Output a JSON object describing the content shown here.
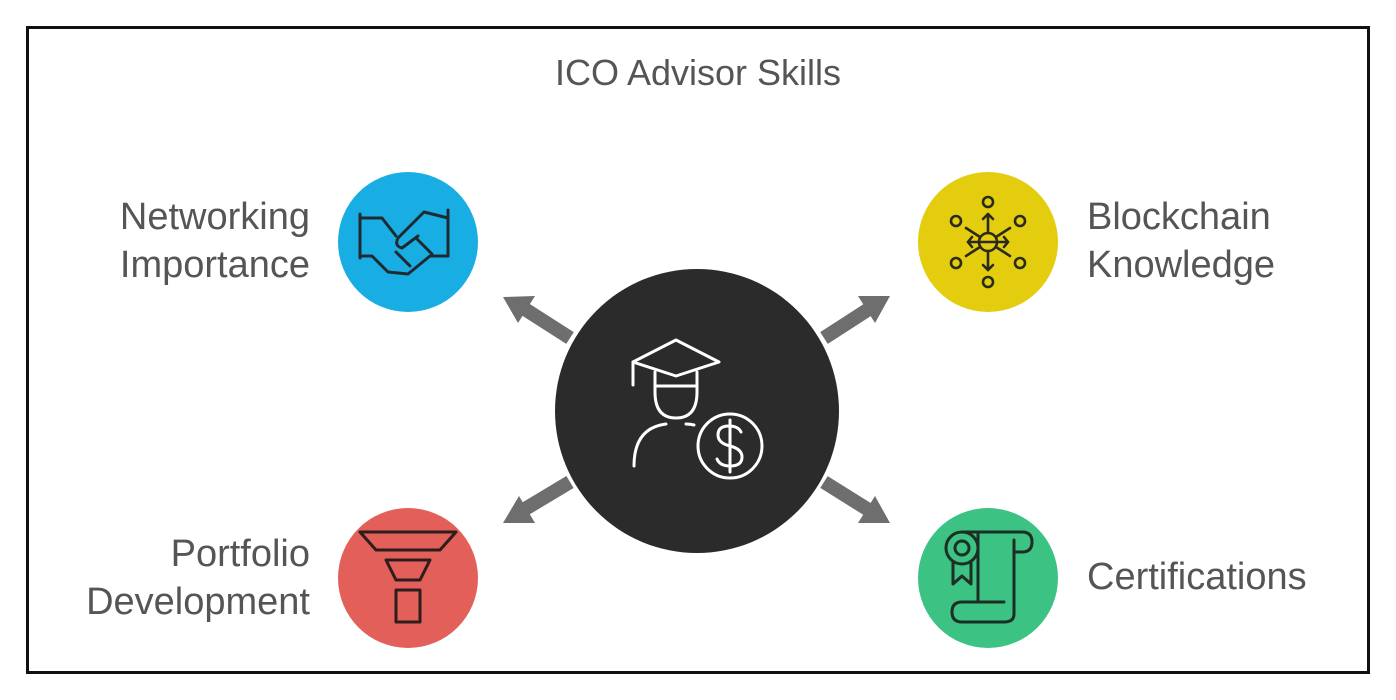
{
  "title": "ICO Advisor Skills",
  "center": {
    "icon": "advisor-graduate-dollar-icon",
    "color": "#2b2b2b"
  },
  "nodes": [
    {
      "id": "networking",
      "lines": [
        "Networking",
        "Importance"
      ],
      "icon": "handshake-icon",
      "color": "#19aee3"
    },
    {
      "id": "blockchain",
      "lines": [
        "Blockchain",
        "Knowledge"
      ],
      "icon": "network-nodes-icon",
      "color": "#e3cd0e"
    },
    {
      "id": "portfolio",
      "lines": [
        "Portfolio",
        "Development"
      ],
      "icon": "funnel-icon",
      "color": "#e35f5a"
    },
    {
      "id": "certifications",
      "lines": [
        "Certifications"
      ],
      "icon": "certificate-scroll-icon",
      "color": "#3cc384"
    }
  ],
  "arrow_color": "#6e6e6e"
}
